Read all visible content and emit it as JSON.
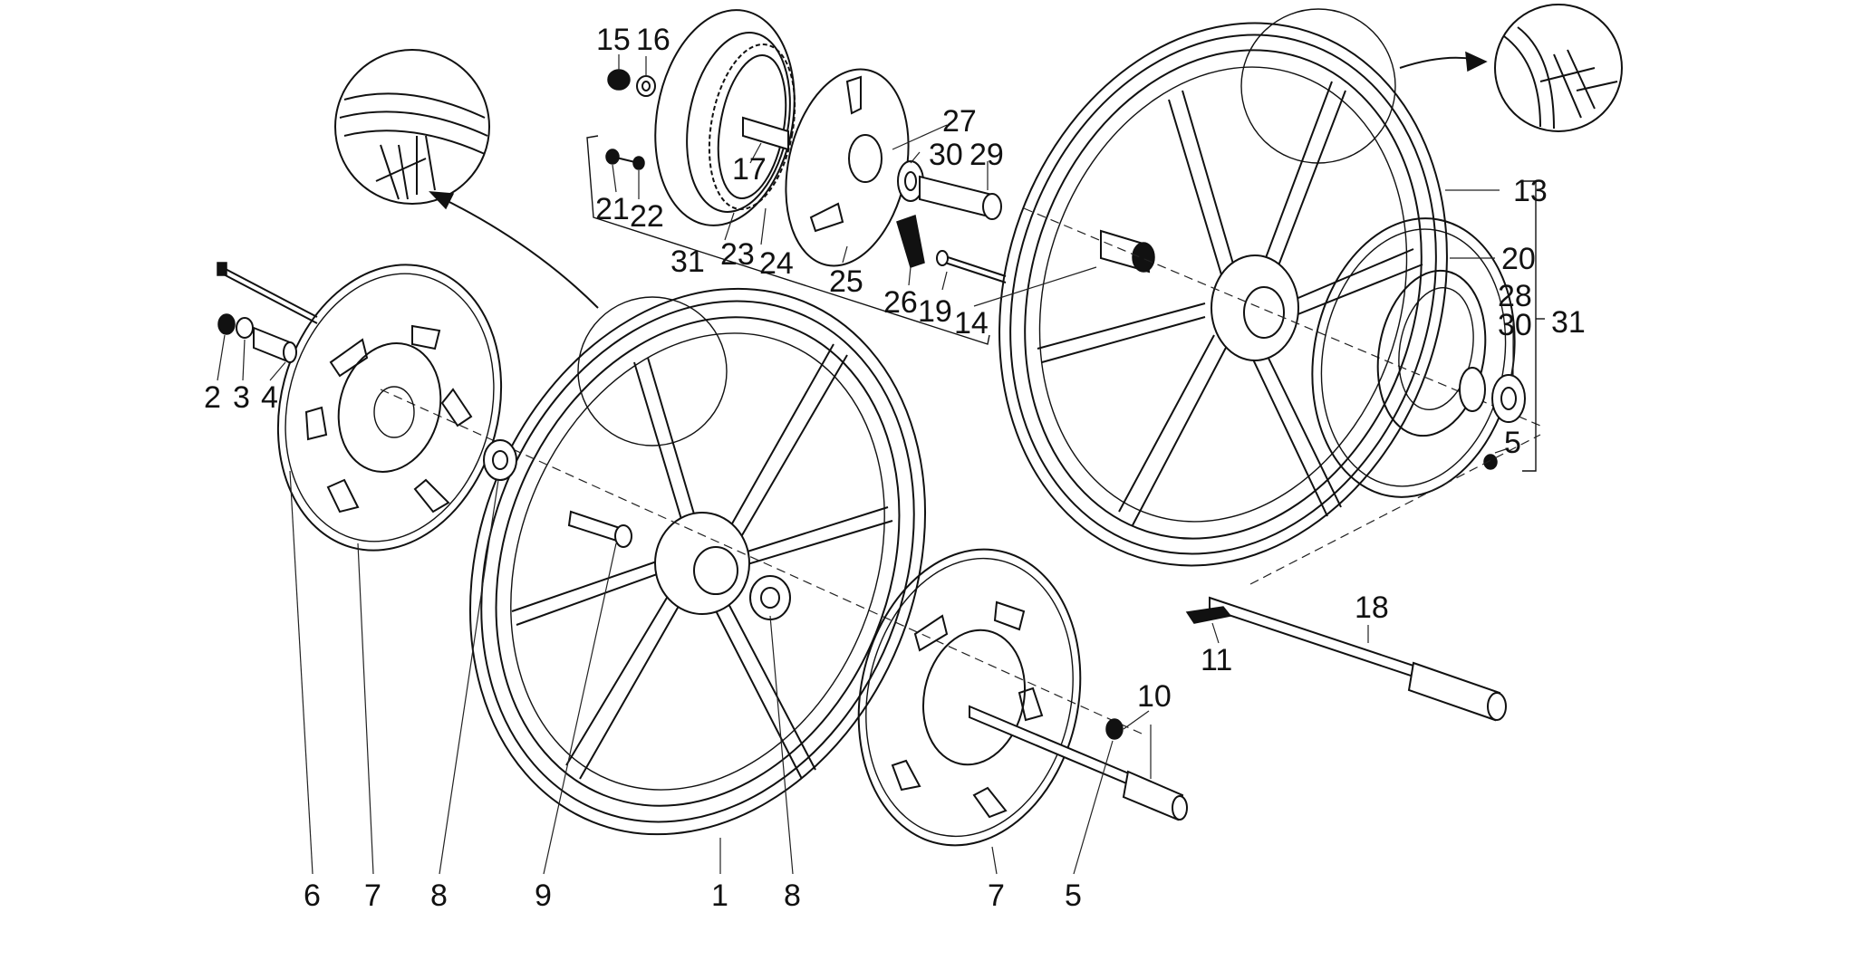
{
  "colors": {
    "ink": "#111111",
    "paper": "#ffffff"
  },
  "labels": [
    {
      "id": "l15",
      "text": "15"
    },
    {
      "id": "l16",
      "text": "16"
    },
    {
      "id": "l27",
      "text": "27"
    },
    {
      "id": "l30a",
      "text": "30"
    },
    {
      "id": "l29",
      "text": "29"
    },
    {
      "id": "l17",
      "text": "17"
    },
    {
      "id": "l21",
      "text": "21"
    },
    {
      "id": "l22",
      "text": "22"
    },
    {
      "id": "l23",
      "text": "23"
    },
    {
      "id": "l24",
      "text": "24"
    },
    {
      "id": "l25",
      "text": "25"
    },
    {
      "id": "l26",
      "text": "26"
    },
    {
      "id": "l19",
      "text": "19"
    },
    {
      "id": "l14",
      "text": "14"
    },
    {
      "id": "l31a",
      "text": "31"
    },
    {
      "id": "l13",
      "text": "13"
    },
    {
      "id": "l20",
      "text": "20"
    },
    {
      "id": "l28",
      "text": "28"
    },
    {
      "id": "l30b",
      "text": "30"
    },
    {
      "id": "l31b",
      "text": "31"
    },
    {
      "id": "l5a",
      "text": "5"
    },
    {
      "id": "l2",
      "text": "2"
    },
    {
      "id": "l3",
      "text": "3"
    },
    {
      "id": "l4",
      "text": "4"
    },
    {
      "id": "l18",
      "text": "18"
    },
    {
      "id": "l11",
      "text": "11"
    },
    {
      "id": "l10",
      "text": "10"
    },
    {
      "id": "l6",
      "text": "6"
    },
    {
      "id": "l7a",
      "text": "7"
    },
    {
      "id": "l8a",
      "text": "8"
    },
    {
      "id": "l9",
      "text": "9"
    },
    {
      "id": "l1",
      "text": "1"
    },
    {
      "id": "l8b",
      "text": "8"
    },
    {
      "id": "l7b",
      "text": "7"
    },
    {
      "id": "l5b",
      "text": "5"
    }
  ]
}
